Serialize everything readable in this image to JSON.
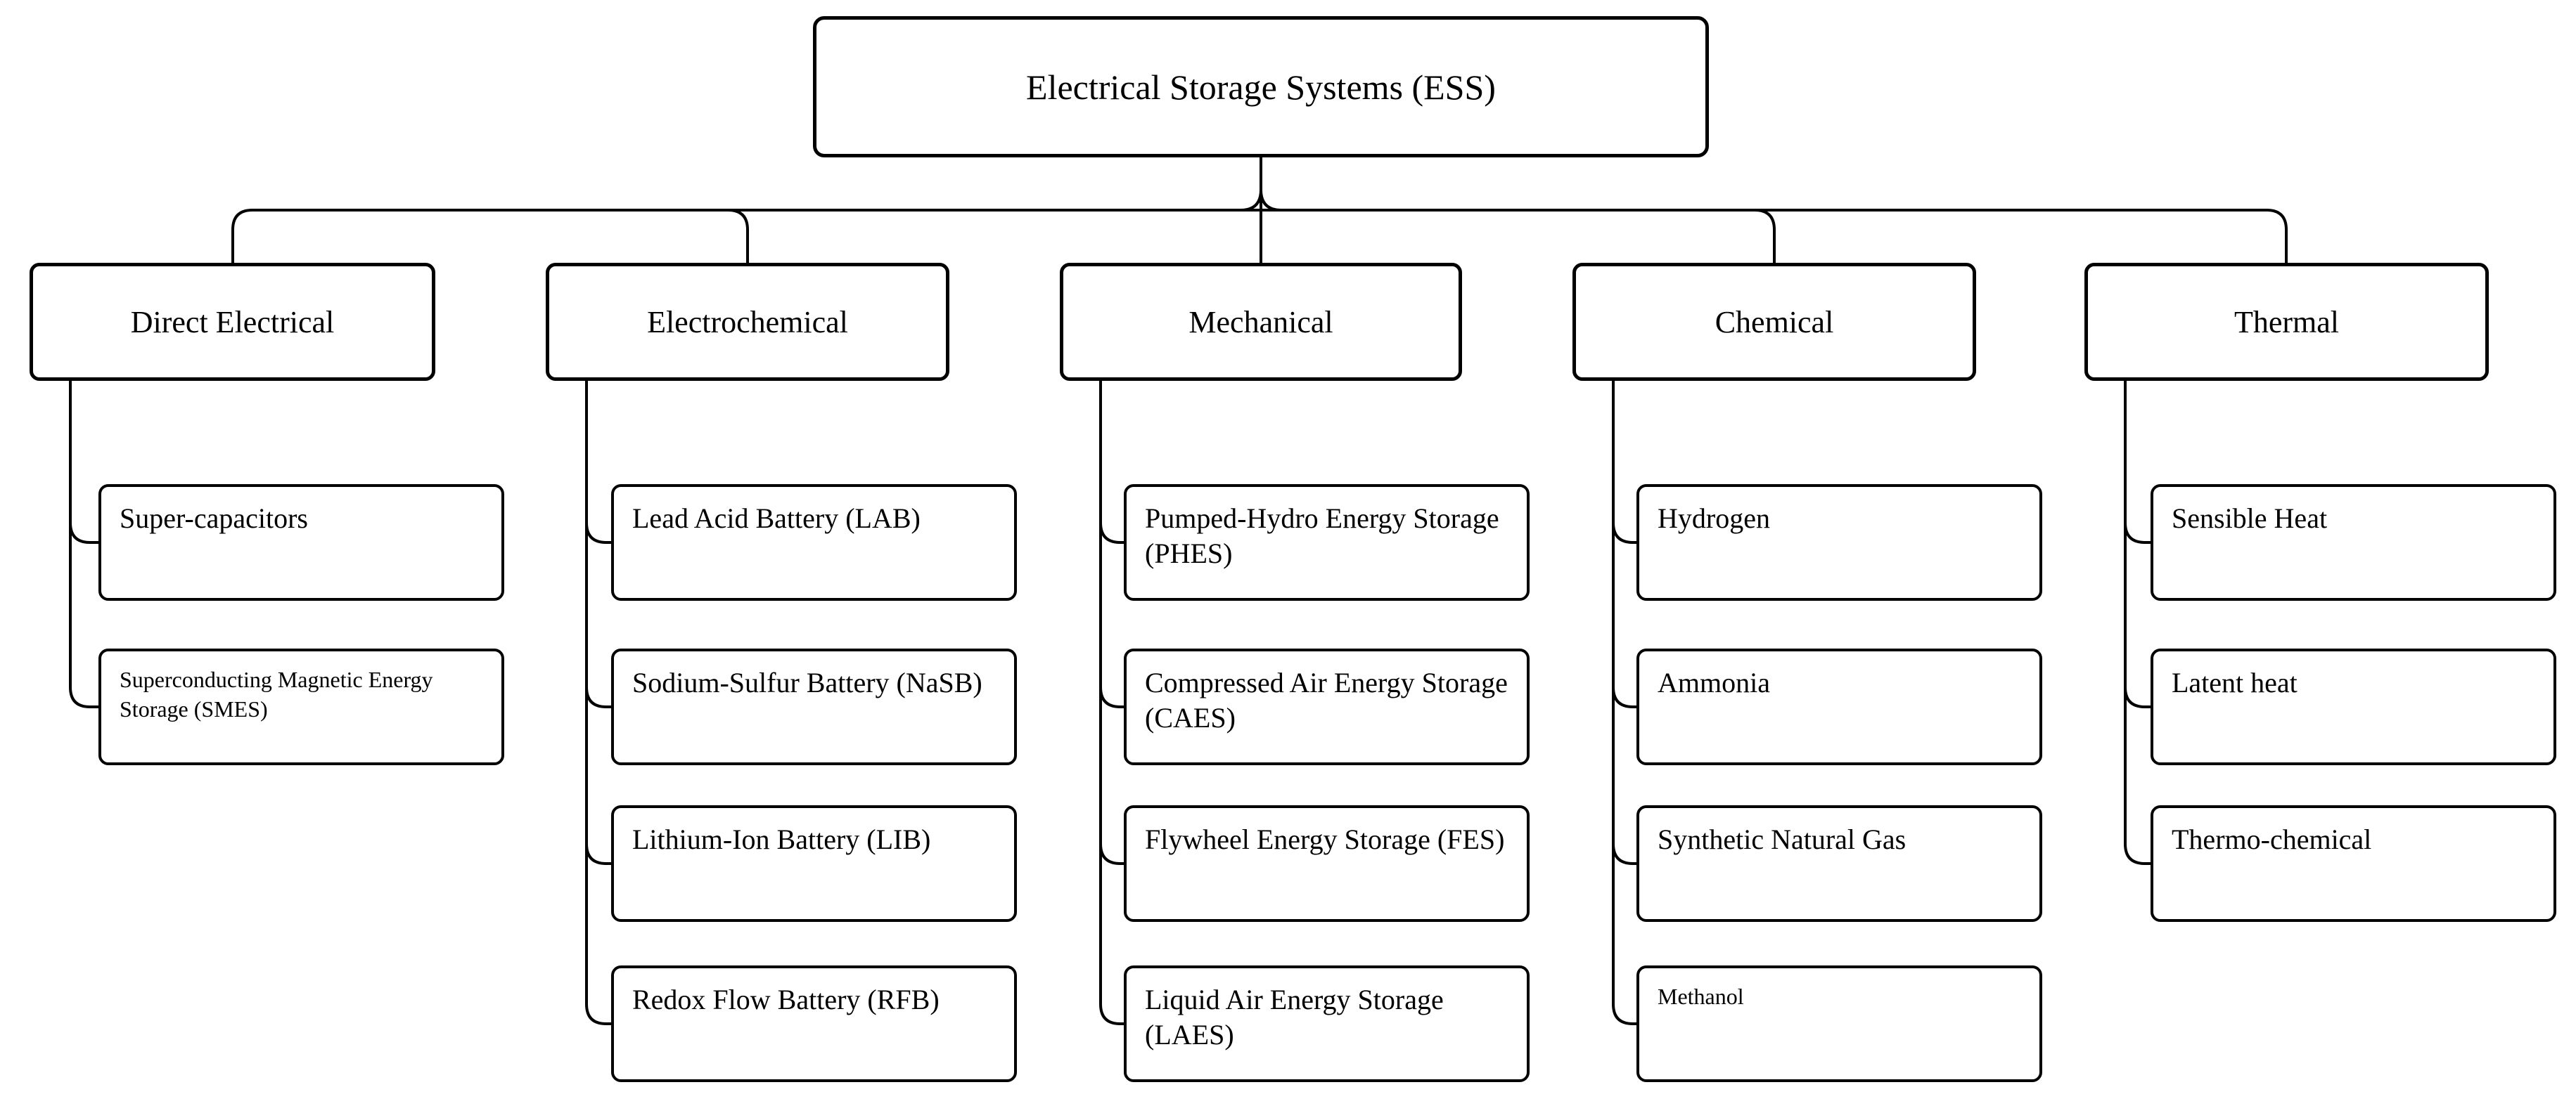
{
  "diagram": {
    "title": "Electrical Storage Systems hierarchy",
    "colors": {
      "stroke": "#000000",
      "box_fill": "#ffffff",
      "text": "#000000",
      "background": "#ffffff"
    },
    "root": {
      "label": "Electrical Storage Systems (ESS)"
    },
    "categories": [
      {
        "label": "Direct Electrical",
        "children": [
          {
            "label": "Super-capacitors"
          },
          {
            "label": "Superconducting Magnetic Energy Storage (SMES)"
          }
        ]
      },
      {
        "label": "Electrochemical",
        "children": [
          {
            "label": "Lead Acid Battery (LAB)"
          },
          {
            "label": "Sodium-Sulfur Battery (NaSB)"
          },
          {
            "label": "Lithium-Ion Battery (LIB)"
          },
          {
            "label": "Redox Flow Battery (RFB)"
          }
        ]
      },
      {
        "label": "Mechanical",
        "children": [
          {
            "label": "Pumped-Hydro Energy Storage (PHES)"
          },
          {
            "label": "Compressed Air Energy Storage (CAES)"
          },
          {
            "label": "Flywheel Energy Storage (FES)"
          },
          {
            "label": "Liquid Air Energy Storage (LAES)"
          }
        ]
      },
      {
        "label": "Chemical",
        "children": [
          {
            "label": "Hydrogen"
          },
          {
            "label": "Ammonia"
          },
          {
            "label": "Synthetic Natural Gas"
          },
          {
            "label": "Methanol"
          }
        ]
      },
      {
        "label": "Thermal",
        "children": [
          {
            "label": "Sensible Heat"
          },
          {
            "label": "Latent heat"
          },
          {
            "label": "Thermo-chemical"
          }
        ]
      }
    ]
  }
}
